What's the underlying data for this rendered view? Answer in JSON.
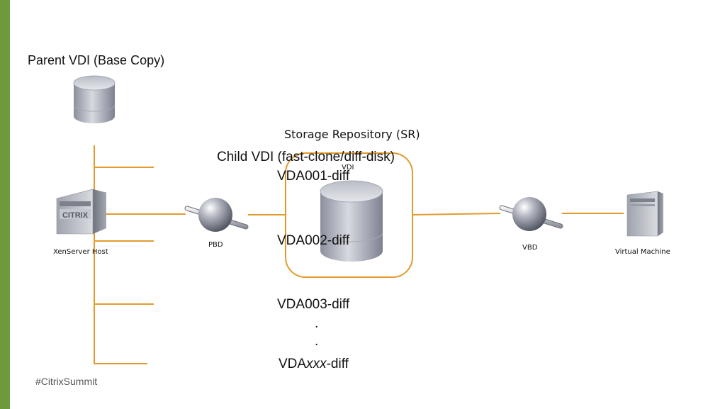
{
  "slide": {
    "accent_color": "#6f9a3b",
    "line_color": "#e39a2d",
    "footer": "#CitrixSummit"
  },
  "diagram": {
    "parent_vdi_label": "Parent VDI (Base Copy)",
    "sr_label": "Storage Repository (SR)",
    "child_vdi_label": "Child VDI (fast-clone/diff-disk)",
    "vdi_label": "VDI",
    "diff_disks": [
      "VDA001-diff",
      "VDA002-diff",
      "VDA003-diff"
    ],
    "ellipsis": [
      ".",
      "."
    ],
    "last_diff": {
      "prefix": "VDA",
      "italic": "xxx",
      "suffix": "-diff"
    },
    "host_label": "XenServer Host",
    "host_logo": "CITRIX",
    "pbd_label": "PBD",
    "vbd_label": "VBD",
    "vm_label": "Virtual Machine",
    "icons": [
      "database-icon",
      "server-icon",
      "connector-icon",
      "virtual-machine-icon"
    ]
  }
}
